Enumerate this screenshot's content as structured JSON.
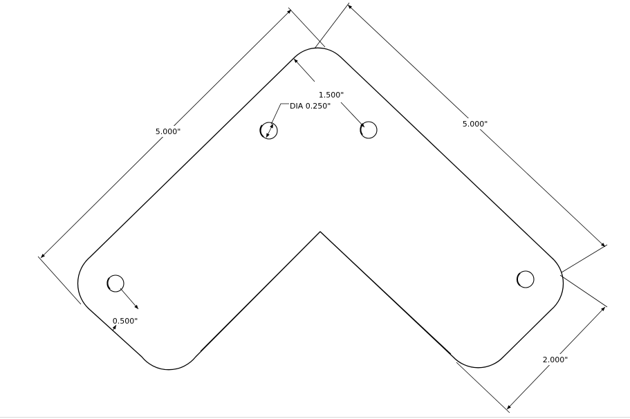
{
  "drawing": {
    "dimensions": {
      "left_leg_length": "5.000\"",
      "right_leg_length": "5.000\"",
      "hole_spacing": "1.500\"",
      "hole_diameter": "DIA 0.250\"",
      "hole_edge_offset": "0.500\"",
      "leg_width": "2.000\""
    },
    "colors": {
      "line": "#000000",
      "background": "#ffffff"
    }
  }
}
